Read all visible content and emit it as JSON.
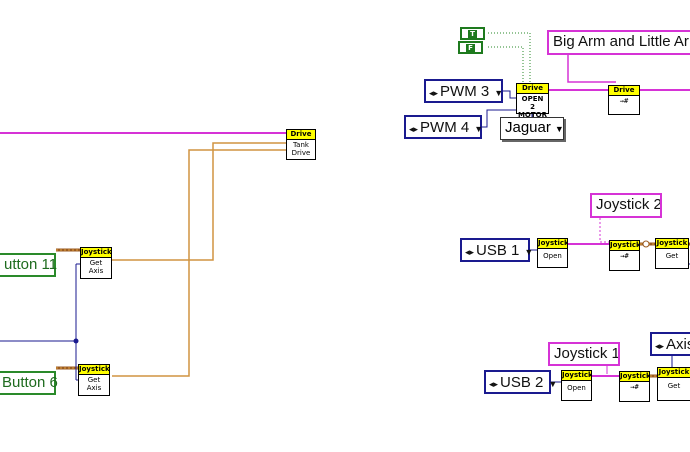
{
  "left": {
    "tank_drive": {
      "header": "Drive",
      "body": "Tank\nDrive"
    },
    "get_axis_top": {
      "header": "Joystick",
      "body": "Get\nAxis"
    },
    "get_axis_bottom": {
      "header": "Joystick",
      "body": "Get\nAxis"
    },
    "label_button_11": "utton 11",
    "label_button_6": "Button 6"
  },
  "right_top": {
    "bool_true": "T",
    "bool_false": "F",
    "open_motor": {
      "header": "Drive",
      "body": "OPEN\n2 MOTOR"
    },
    "drive_ref": {
      "header": "Drive",
      "glyph": "→#"
    },
    "ring_pwm3": "PWM 3",
    "ring_pwm4": "PWM 4",
    "enum_jaguar": "Jaguar",
    "string_arm": "Big Arm and Little Ar"
  },
  "right_mid": {
    "string_joystick2": "Joystick 2",
    "ring_usb1": "USB 1",
    "js_open": {
      "header": "Joystick",
      "body": "Open"
    },
    "js_ref": {
      "header": "Joystick",
      "glyph": "→#"
    },
    "js_get": {
      "header": "Joystick",
      "body": "Get"
    }
  },
  "right_bottom": {
    "string_joystick1": "Joystick 1",
    "ring_usb2": "USB 2",
    "js_open": {
      "header": "Joystick",
      "body": "Open"
    },
    "js_ref": {
      "header": "Joystick",
      "glyph": "→#"
    },
    "js_get": {
      "header": "Joystick",
      "body": "Get"
    },
    "ring_axis": "Axis"
  },
  "colors": {
    "refnum_wire": "#d633d6",
    "numeric_wire": "#e07b00",
    "cluster_wire": "#c08a40",
    "ring_border": "#1a1a8f",
    "subvi_header": "#ffff00",
    "bool_border": "#2a8a2a"
  }
}
